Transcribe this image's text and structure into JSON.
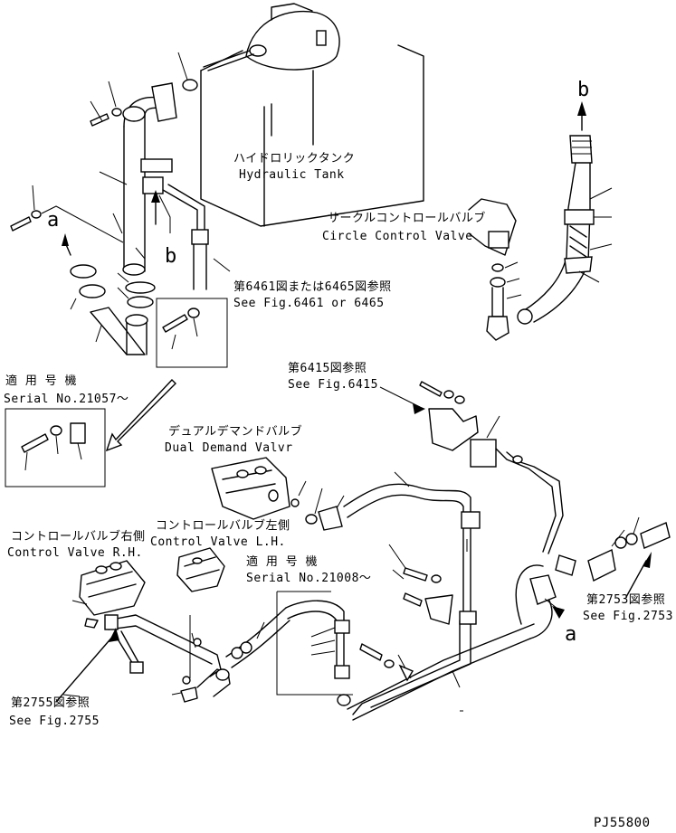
{
  "labels": {
    "tank_jp": "ハイドロリックタンク",
    "tank_en": "Hydraulic Tank",
    "circle_valve_jp": "サークルコントロールバルブ",
    "circle_valve_en": "Circle Control Valve",
    "see_6461_jp": "第6461図または6465図参照",
    "see_6461_en": "See Fig.6461 or 6465",
    "serial_a_jp": "適 用 号 機",
    "serial_a_en": "Serial No.21057～",
    "see_6415_jp": "第6415図参照",
    "see_6415_en": "See Fig.6415",
    "dual_demand_jp": "デュアルデマンドバルブ",
    "dual_demand_en": "Dual Demand Valvr",
    "cv_rh_jp": "コントロールバルブ右側",
    "cv_rh_en": "Control Valve R.H.",
    "cv_lh_jp": "コントロールバルブ左側",
    "cv_lh_en": "Control Valve L.H.",
    "serial_b_jp": "適 用 号 機",
    "serial_b_en": "Serial No.21008～",
    "see_2753_jp": "第2753図参照",
    "see_2753_en": "See Fig.2753",
    "see_2755_jp": "第2755図参照",
    "see_2755_en": "See Fig.2755",
    "ref_a_left": "a",
    "ref_a_right": "a",
    "ref_b_left": "b",
    "ref_b_top": "b",
    "drawing_code": "PJ55800"
  }
}
